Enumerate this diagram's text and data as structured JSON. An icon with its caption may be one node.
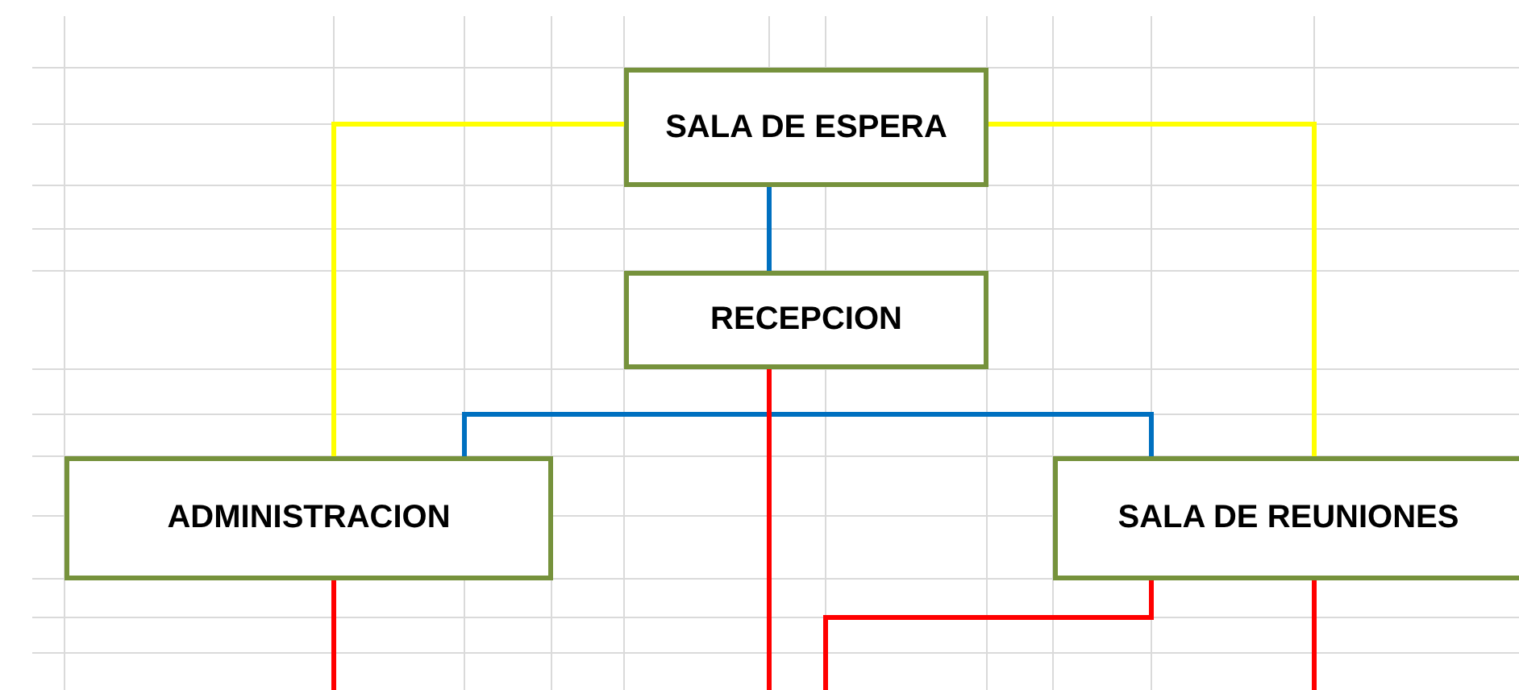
{
  "diagram": {
    "nodes": [
      {
        "text": [
          "SALA DE ESPERA"
        ]
      },
      {
        "text": [
          "RECEPCION"
        ]
      },
      {
        "text": [
          "ADMINISTRACION"
        ]
      },
      {
        "text": [
          "SALA DE REUNIONES"
        ]
      }
    ],
    "edges": [
      {
        "from": 0,
        "to": 2,
        "arrow": "none",
        "color": "#ffff00"
      },
      {
        "from": 0,
        "to": 3,
        "arrow": "none",
        "color": "#ffff00"
      },
      {
        "from": 0,
        "to": 1,
        "arrow": "none",
        "color": "#0070c0"
      },
      {
        "from": 2,
        "to": 3,
        "arrow": "none",
        "color": "#0070c0"
      },
      {
        "from": 2,
        "to": null,
        "arrow": "none",
        "color": "#ff0000"
      },
      {
        "from": 1,
        "to": null,
        "arrow": "none",
        "color": "#ff0000"
      },
      {
        "from": 3,
        "to": null,
        "arrow": "none",
        "color": "#ff0000"
      },
      {
        "from": 3,
        "to": null,
        "arrow": "none",
        "color": "#ff0000"
      }
    ]
  }
}
